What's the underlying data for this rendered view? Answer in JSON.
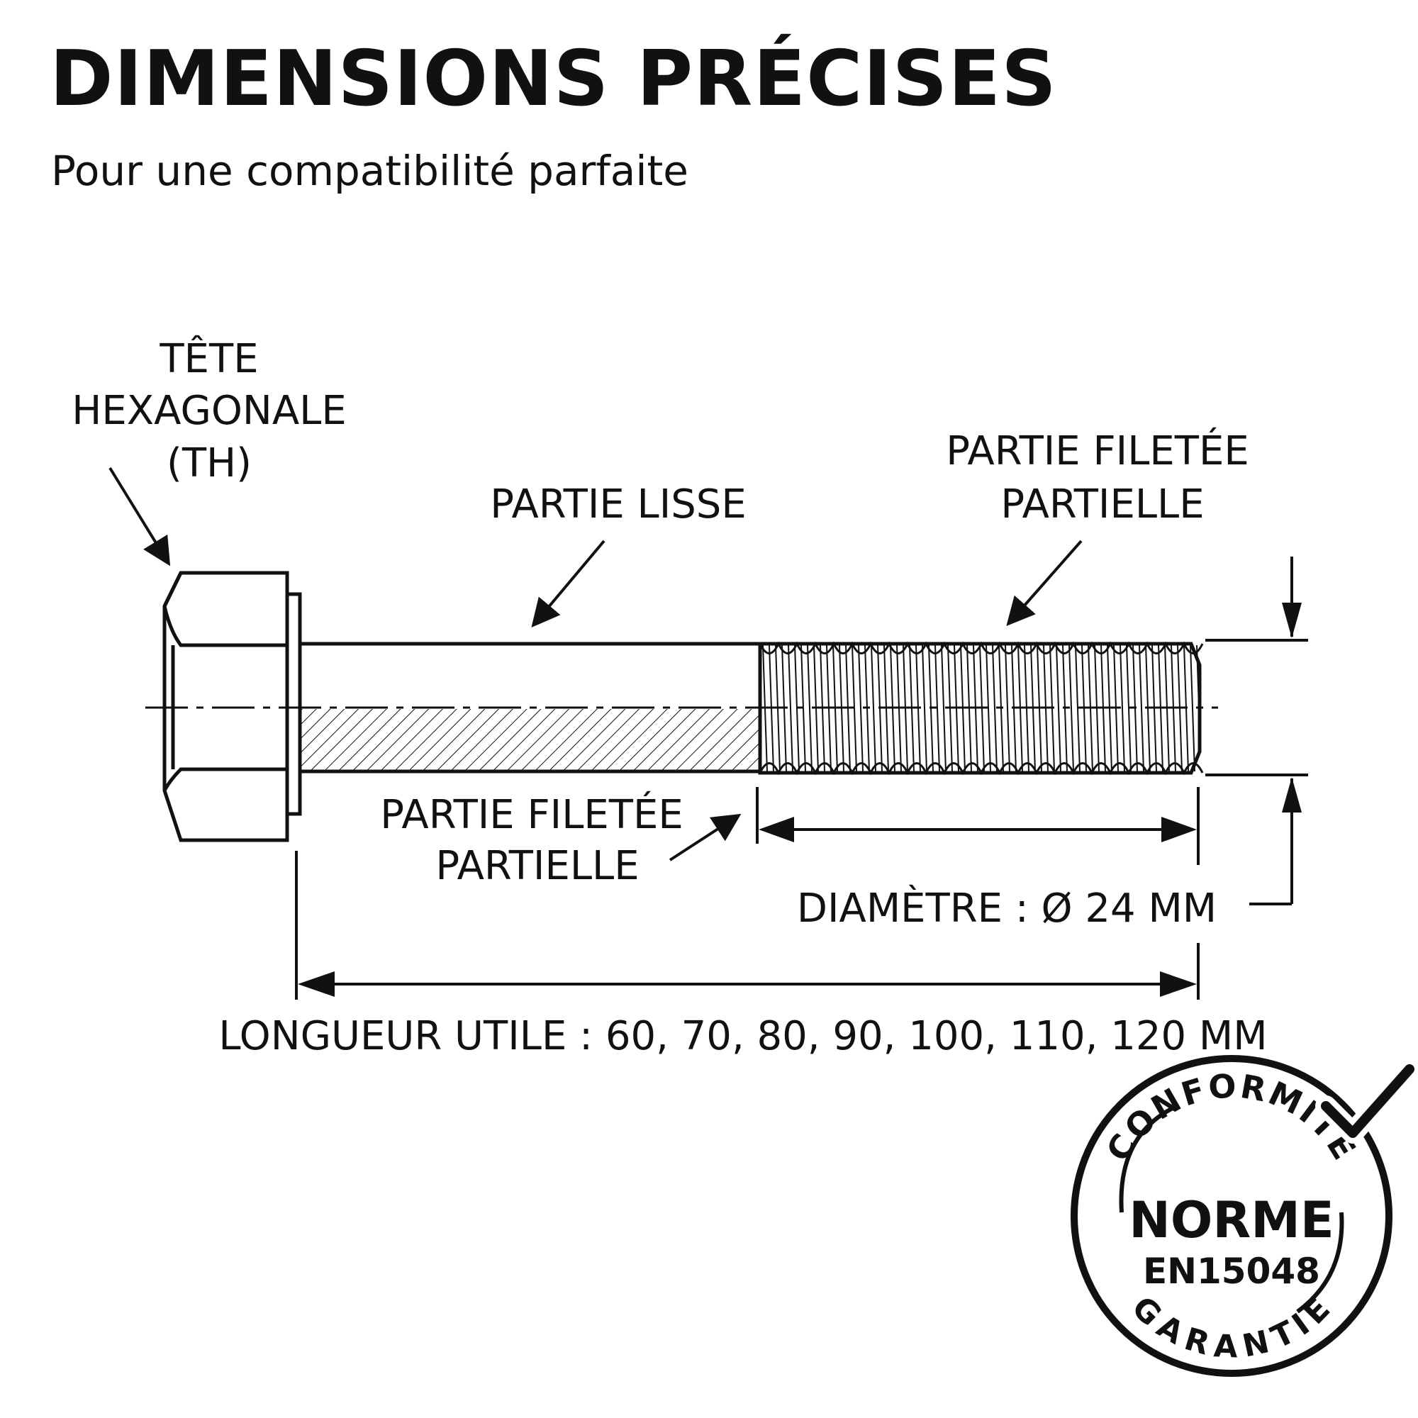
{
  "header": {
    "title": "DIMENSIONS PRÉCISES",
    "subtitle": "Pour une compatibilité parfaite"
  },
  "labels": {
    "head_line1": "TÊTE",
    "head_line2": "HEXAGONALE",
    "head_line3": "(TH)",
    "smooth": "PARTIE LISSE",
    "thread_top_line1": "PARTIE FILETÉE",
    "thread_top_line2": "PARTIELLE",
    "thread_bottom_line1": "PARTIE FILETÉE",
    "thread_bottom_line2": "PARTIELLE",
    "diameter": "DIAMÈTRE : Ø 24 MM",
    "length": "LONGUEUR UTILE : 60, 70, 80, 90, 100, 110, 120 MM"
  },
  "stamp": {
    "top_text": "CONFORMITÉ",
    "main": "NORME",
    "code": "EN15048",
    "bottom_text": "GARANTIE",
    "icon": "checkmark-icon"
  },
  "colors": {
    "ink": "#111111",
    "background": "#ffffff"
  }
}
